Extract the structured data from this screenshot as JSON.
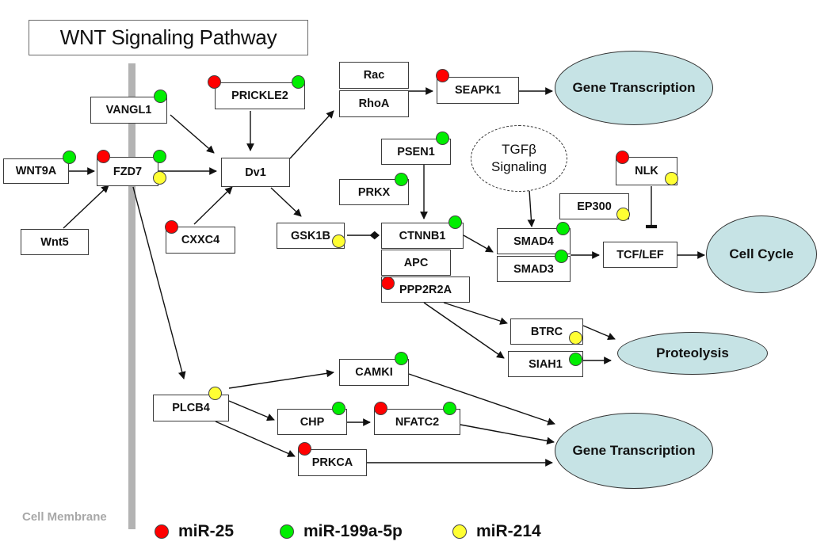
{
  "title": "WNT Signaling Pathway",
  "membrane_label": "Cell Membrane",
  "colors": {
    "mir25": "#ff0000",
    "mir199": "#00ee00",
    "mir214": "#ffff33",
    "outcome_fill": "#c6e3e5"
  },
  "legend": [
    {
      "key": "mir25",
      "label": "miR-25"
    },
    {
      "key": "mir199",
      "label": "miR-199a-5p"
    },
    {
      "key": "mir214",
      "label": "miR-214"
    }
  ],
  "nodes": {
    "wnt9a": "WNT9A",
    "fzd7": "FZD7",
    "wnt5": "Wnt5",
    "vangl1": "VANGL1",
    "prickle2": "PRICKLE2",
    "dv1": "Dv1",
    "cxxc4": "CXXC4",
    "rac": "Rac",
    "rhoa": "RhoA",
    "seapk1": "SEAPK1",
    "psen1": "PSEN1",
    "prkx": "PRKX",
    "gsk1b": "GSK1B",
    "ctnnb1": "CTNNB1",
    "apc": "APC",
    "ppp2r2a": "PPP2R2A",
    "smad4": "SMAD4",
    "smad3": "SMAD3",
    "ep300": "EP300",
    "nlk": "NLK",
    "tcflef": "TCF/LEF",
    "btrc": "BTRC",
    "siah1": "SIAH1",
    "plcb4": "PLCB4",
    "camki": "CAMKI",
    "chp": "CHP",
    "nfatc2": "NFATC2",
    "prkca": "PRKCA"
  },
  "outcomes": {
    "gene_transcription_top": "Gene Transcription",
    "cell_cycle": "Cell Cycle",
    "proteolysis": "Proteolysis",
    "gene_transcription_bottom": "Gene Transcription"
  },
  "tgfb": {
    "line1": "TGFβ",
    "line2": "Signaling"
  },
  "mirna_targets": {
    "wnt9a": [
      "mir199"
    ],
    "fzd7": [
      "mir25",
      "mir199",
      "mir214"
    ],
    "vangl1": [
      "mir199"
    ],
    "prickle2": [
      "mir25",
      "mir199"
    ],
    "cxxc4": [
      "mir25"
    ],
    "seapk1": [
      "mir25"
    ],
    "psen1": [
      "mir199"
    ],
    "prkx": [
      "mir199"
    ],
    "gsk1b": [
      "mir214"
    ],
    "ctnnb1": [
      "mir199"
    ],
    "ppp2r2a": [
      "mir25"
    ],
    "smad4": [
      "mir199"
    ],
    "smad3": [
      "mir199"
    ],
    "ep300": [
      "mir214"
    ],
    "nlk": [
      "mir25",
      "mir214"
    ],
    "btrc": [
      "mir214"
    ],
    "siah1": [
      "mir199"
    ],
    "plcb4": [
      "mir214"
    ],
    "camki": [
      "mir199"
    ],
    "chp": [
      "mir199"
    ],
    "nfatc2": [
      "mir25",
      "mir199"
    ],
    "prkca": [
      "mir25"
    ]
  }
}
